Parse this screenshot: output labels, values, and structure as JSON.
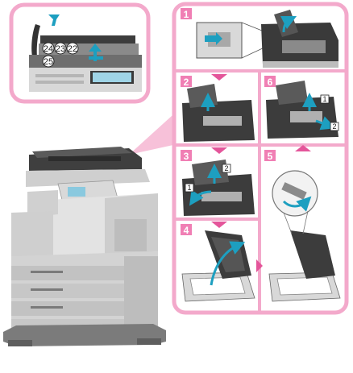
{
  "colors": {
    "accent": "#e4559a",
    "panel_border": "#f3a9cb",
    "label_bg": "#f07fb4",
    "arrow_blue": "#1d9fc0",
    "machine_gray": "#c9c9c9",
    "machine_dark": "#4d4d4d"
  },
  "detail": {
    "callouts": [
      "24",
      "23",
      "22",
      "25"
    ]
  },
  "steps": [
    {
      "label": "1"
    },
    {
      "label": "2"
    },
    {
      "label": "3",
      "markers": [
        "2",
        "1"
      ]
    },
    {
      "label": "4"
    },
    {
      "label": "5"
    },
    {
      "label": "6",
      "markers": [
        "1",
        "2"
      ]
    }
  ]
}
